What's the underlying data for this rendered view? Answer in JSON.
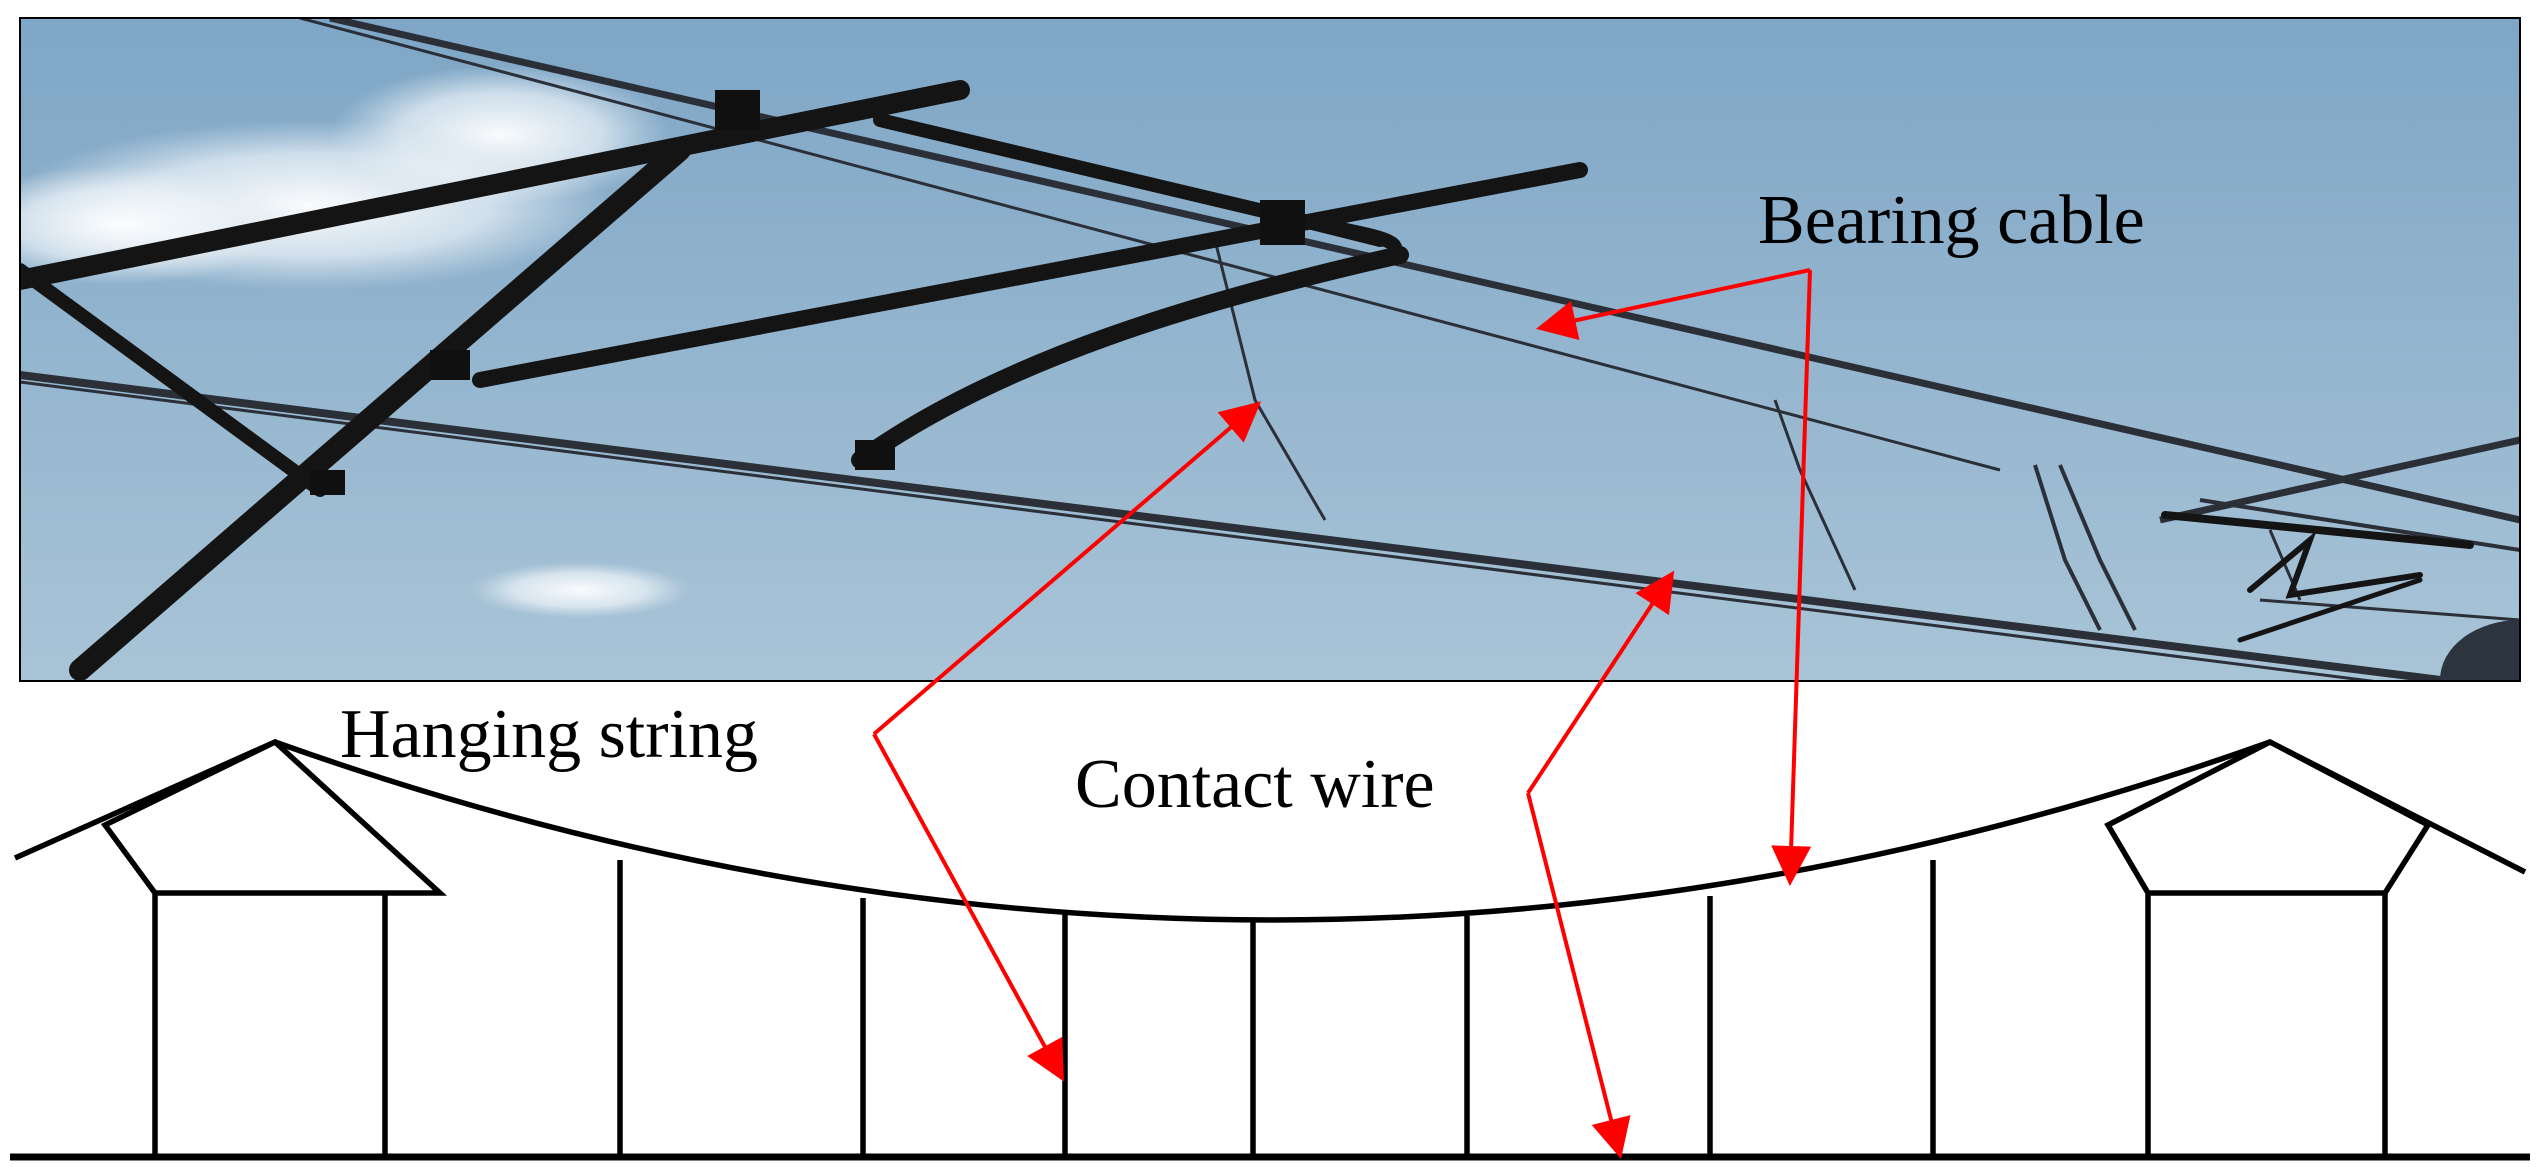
{
  "labels": {
    "bearing_cable": "Bearing cable",
    "hanging_string": "Hanging string",
    "contact_wire": "Contact wire"
  },
  "colors": {
    "sky_top": "#7ea6c6",
    "sky_bottom": "#a8c4d8",
    "arrow": "#ff0000",
    "line": "#000000"
  },
  "icons": {
    "photo": "catenary-photo"
  }
}
